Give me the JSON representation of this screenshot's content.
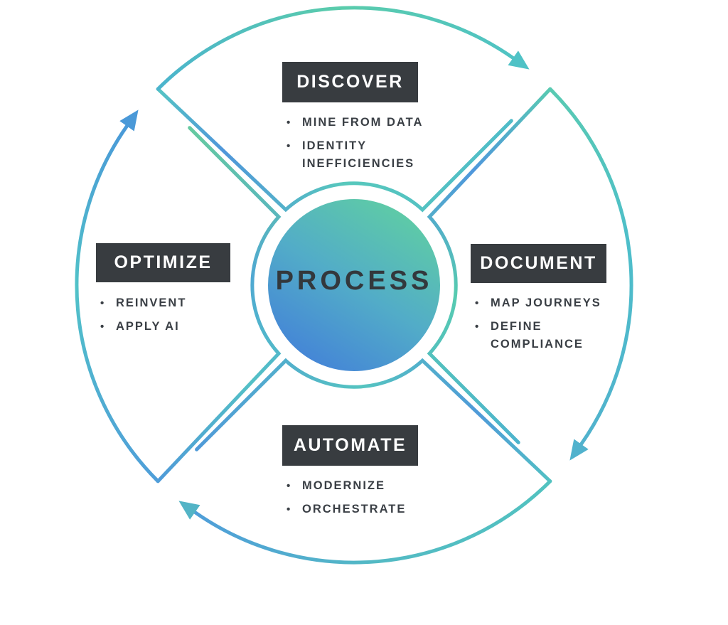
{
  "diagram": {
    "center_label": "PROCESS",
    "sections": [
      {
        "label": "DISCOVER",
        "bullets": [
          "MINE FROM DATA",
          "IDENTITY INEFFICIENCIES"
        ]
      },
      {
        "label": "DOCUMENT",
        "bullets": [
          "MAP JOURNEYS",
          "DEFINE COMPLIANCE"
        ]
      },
      {
        "label": "OPTIMIZE",
        "bullets": [
          "REINVENT",
          "APPLY AI"
        ]
      },
      {
        "label": "AUTOMATE",
        "bullets": [
          "MODERNIZE",
          "ORCHESTRATE"
        ]
      }
    ],
    "bullet_glyph": "•",
    "colors": {
      "green": "#5ECBA6",
      "teal": "#4FBFC8",
      "blue": "#4A90D8",
      "heading_bg": "#383C40",
      "heading_text": "#FFFFFF",
      "body_text": "#3A3F45"
    }
  }
}
